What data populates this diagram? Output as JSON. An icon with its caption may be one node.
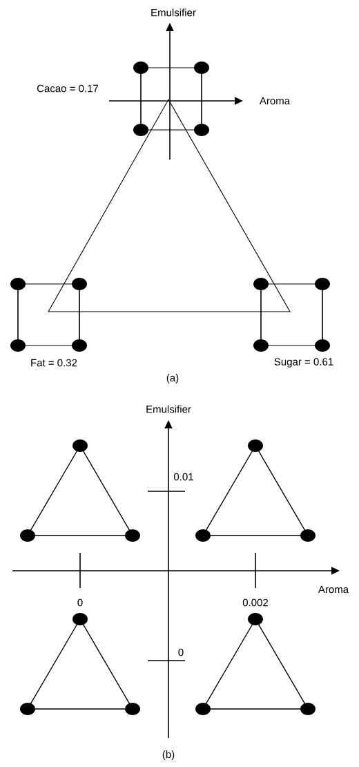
{
  "diagram": {
    "labels": [
      "Emulsifier",
      "Cacao = 0.17",
      "Aroma",
      "Fat = 0.32",
      "Sugar = 0.61",
      "(a)",
      "Emulsifier",
      "0.01",
      "Aroma",
      "0",
      "0.002",
      "0",
      "(b)"
    ]
  }
}
